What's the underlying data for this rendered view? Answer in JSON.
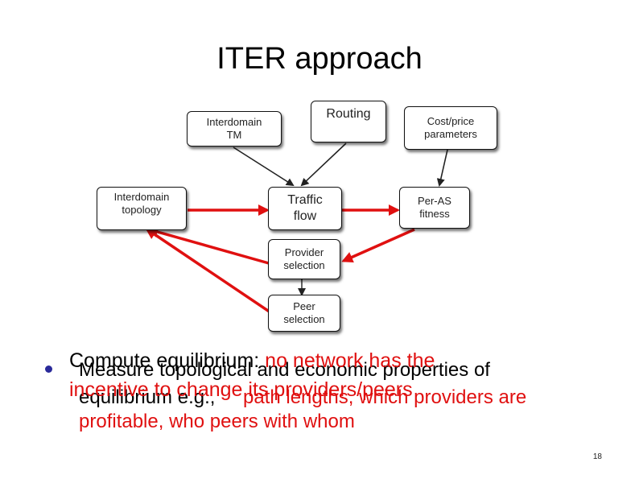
{
  "slide": {
    "title": "ITER approach",
    "page_number": "18",
    "colors": {
      "arrow_red": "#e01010",
      "arrow_black": "#222222",
      "bullet": "#2a2a9a"
    }
  },
  "diagram": {
    "nodes": {
      "interdomain_tm": "Interdomain TM",
      "routing": "Routing",
      "cost_price": "Cost/price parameters",
      "interdomain_topology": "Interdomain topology",
      "traffic_flow": "Traffic flow",
      "per_as_fitness": "Per-AS fitness",
      "provider_selection": "Provider selection",
      "peer_selection": "Peer selection"
    }
  },
  "bullet": {
    "overlay_red_line1": "Compute equilibrium: no network has the",
    "overlay_red_line2": "incentive to change its providers/peers",
    "black_line1_a": "Measure topological and economic properties of",
    "black_line2_a": "equilibrium e.g., ",
    "black_line2_b": "path lengths, which providers are",
    "black_line3": "profitable, who peers with whom"
  }
}
